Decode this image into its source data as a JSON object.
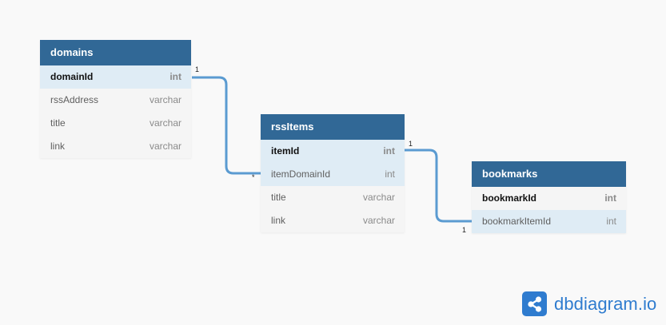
{
  "tables": {
    "domains": {
      "name": "domains",
      "fields": [
        {
          "name": "domainId",
          "type": "int"
        },
        {
          "name": "rssAddress",
          "type": "varchar"
        },
        {
          "name": "title",
          "type": "varchar"
        },
        {
          "name": "link",
          "type": "varchar"
        }
      ]
    },
    "rssItems": {
      "name": "rssItems",
      "fields": [
        {
          "name": "itemId",
          "type": "int"
        },
        {
          "name": "itemDomainId",
          "type": "int"
        },
        {
          "name": "title",
          "type": "varchar"
        },
        {
          "name": "link",
          "type": "varchar"
        }
      ]
    },
    "bookmarks": {
      "name": "bookmarks",
      "fields": [
        {
          "name": "bookmarkId",
          "type": "int"
        },
        {
          "name": "bookmarkItemId",
          "type": "int"
        }
      ]
    }
  },
  "relations": [
    {
      "from": "domains.domainId",
      "to": "rssItems.itemDomainId",
      "from_card": "1",
      "to_card": "*"
    },
    {
      "from": "rssItems.itemId",
      "to": "bookmarks.bookmarkItemId",
      "from_card": "1",
      "to_card": "1"
    }
  ],
  "colors": {
    "header": "#316896",
    "link": "#5b9bd1",
    "brand": "#2f7ccf"
  },
  "branding": {
    "logo_text": "dbdiagram.io",
    "icon": "share-icon"
  }
}
